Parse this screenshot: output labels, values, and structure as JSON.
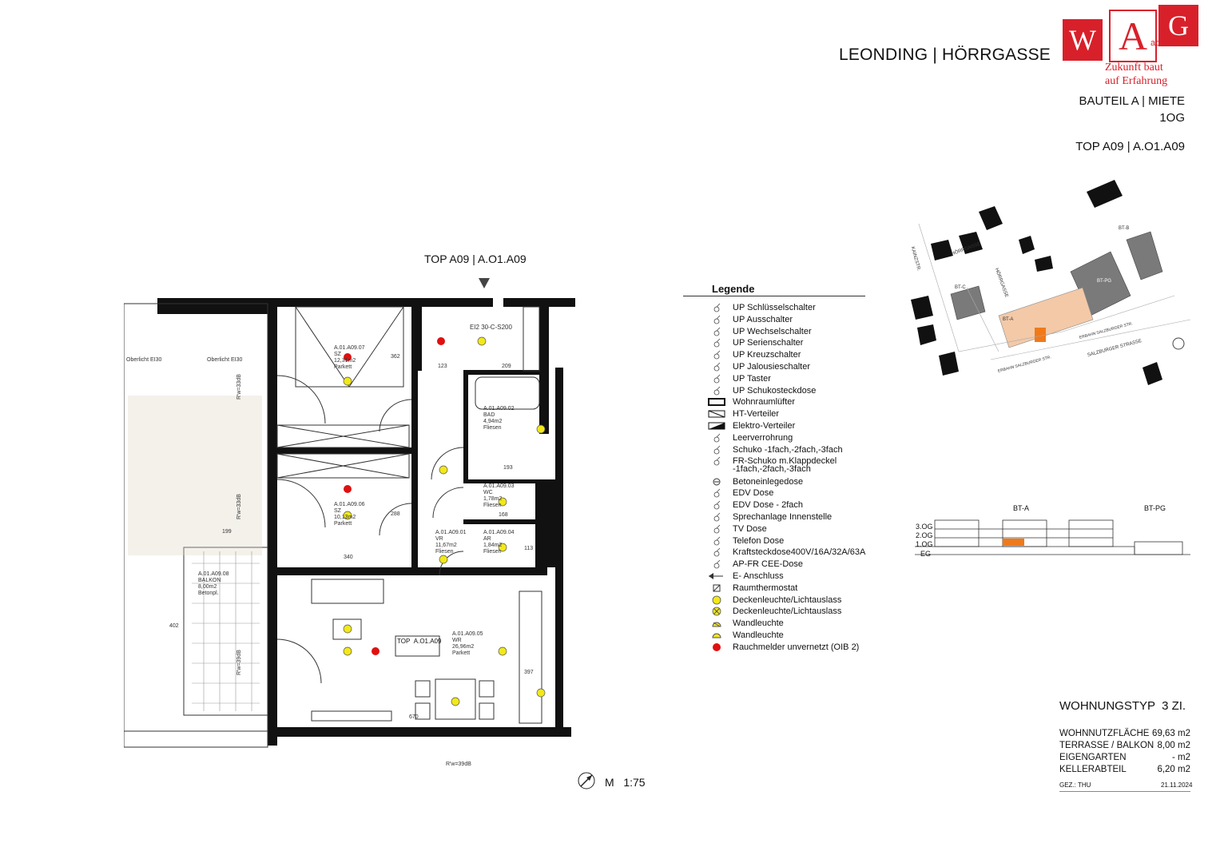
{
  "header": {
    "project_title": "LEONDING | HÖRRGASSE",
    "logo_letters": [
      "W",
      "A",
      "G"
    ],
    "logo_claim": [
      "Zukunft baut",
      "auf Erfahrung"
    ],
    "logo_tagline": "ad    ause.",
    "building_info": "BAUTEIL A | MIETE",
    "floor": "1OG",
    "unit_id": "TOP A09 | A.O1.A09"
  },
  "plan": {
    "unit_label": "TOP A09 | A.O1.A09",
    "door_label": "EI2 30-C-S200",
    "scale": "M   1:75",
    "rooms": [
      {
        "code": "A.01.A09.07",
        "name": "SZ",
        "area": "12,31m2",
        "floor": "Parkett"
      },
      {
        "code": "A.01.A09.06",
        "name": "SZ",
        "area": "10,13m2",
        "floor": "Parkett"
      },
      {
        "code": "A.01.A09.02",
        "name": "BAD",
        "area": "4,94m2",
        "floor": "Fliesen"
      },
      {
        "code": "A.01.A09.03",
        "name": "WC",
        "area": "1,78m2",
        "floor": "Fliesen"
      },
      {
        "code": "A.01.A09.04",
        "name": "AR",
        "area": "1,84m2",
        "floor": "Fliesen"
      },
      {
        "code": "A.01.A09.01",
        "name": "VR",
        "area": "11,67m2",
        "floor": "Fliesen"
      },
      {
        "code": "A.01.A09.05",
        "name": "WR",
        "area": "26,96m2",
        "floor": "Parkett"
      },
      {
        "code": "A.01.A09.08",
        "name": "BALKON",
        "area": "8,00m2",
        "floor": "Betonpl."
      }
    ],
    "top_box": {
      "label": "TOP",
      "value": "A.O1.A09"
    },
    "rw_labels": [
      "R'w=33dB",
      "R'w=33dB",
      "R'w=39dB",
      "R'w=39dB"
    ],
    "overlight": [
      "Oberlicht EI30",
      "Oberlicht EI30"
    ],
    "dims": [
      "199",
      "402",
      "340",
      "123",
      "209",
      "193",
      "168",
      "113",
      "397",
      "670",
      "362",
      "288"
    ]
  },
  "legend": {
    "title": "Legende",
    "items": [
      {
        "label": "UP Schlüsselschalter",
        "icon": "switch-key-icon"
      },
      {
        "label": "UP Ausschalter",
        "icon": "switch-off-icon"
      },
      {
        "label": "UP Wechselschalter",
        "icon": "switch-toggle-icon"
      },
      {
        "label": "UP Serienschalter",
        "icon": "switch-series-icon"
      },
      {
        "label": "UP Kreuzschalter",
        "icon": "switch-cross-icon"
      },
      {
        "label": "UP Jalousieschalter",
        "icon": "switch-blind-icon"
      },
      {
        "label": "UP Taster",
        "icon": "push-button-icon"
      },
      {
        "label": "UP Schukosteckdose",
        "icon": "socket-icon"
      },
      {
        "label": "Wohnraumlüfter",
        "icon": "ventilator-icon"
      },
      {
        "label": "HT-Verteiler",
        "icon": "ht-distributor-icon"
      },
      {
        "label": "Elektro-Verteiler",
        "icon": "electric-distributor-icon"
      },
      {
        "label": "Leerverrohrung",
        "icon": "conduit-icon"
      },
      {
        "label": "Schuko -1fach,-2fach,-3fach",
        "icon": "schuko-multi-icon"
      },
      {
        "label": "FR-Schuko m.Klappdeckel",
        "icon": "fr-schuko-icon"
      },
      {
        "label": "-1fach,-2fach,-3fach",
        "icon": ""
      },
      {
        "label": "Betoneinlegedose",
        "icon": "concrete-box-icon"
      },
      {
        "label": "EDV Dose",
        "icon": "data-socket-icon"
      },
      {
        "label": "EDV Dose - 2fach",
        "icon": "data-socket-double-icon"
      },
      {
        "label": "Sprechanlage Innenstelle",
        "icon": "intercom-icon"
      },
      {
        "label": "TV Dose",
        "icon": "tv-socket-icon"
      },
      {
        "label": "Telefon Dose",
        "icon": "phone-socket-icon"
      },
      {
        "label": "Kraftsteckdose400V/16A/32A/63A",
        "icon": "power-socket-icon"
      },
      {
        "label": "AP-FR CEE-Dose",
        "icon": "cee-socket-icon"
      },
      {
        "label": "E- Anschluss",
        "icon": "e-connection-icon"
      },
      {
        "label": "Raumthermostat",
        "icon": "thermostat-icon"
      },
      {
        "label": "Deckenleuchte/Lichtauslass",
        "icon": "ceiling-light-icon"
      },
      {
        "label": "Deckenleuchte/Lichtauslass",
        "icon": "ceiling-light-cross-icon"
      },
      {
        "label": "Wandleuchte",
        "icon": "wall-light-cross-icon"
      },
      {
        "label": "Wandleuchte",
        "icon": "wall-light-icon"
      },
      {
        "label": "Rauchmelder unvernetzt (OIB 2)",
        "icon": "smoke-detector-icon"
      }
    ]
  },
  "site_plan": {
    "labels": [
      "HÖRRGASSE",
      "KAINZSTR.",
      "BT-A",
      "BT-C",
      "BT-B",
      "BT-PG",
      "HÖRRGASSE",
      "SALZBURGER STRASSE",
      "ERBAHN SALZBURGER STR.",
      "ERBAHN SALZBURGER STR."
    ]
  },
  "section": {
    "labels": [
      "BT-A",
      "BT-PG"
    ],
    "floors": [
      "3.OG",
      "2.OG",
      "1.OG",
      "EG"
    ],
    "highlight_color": "#f07a1a"
  },
  "unit_summary": {
    "type": "WOHNUNGSTYP  3 ZI.",
    "rows": [
      {
        "label": "WOHNNUTZFLÄCHE",
        "value": "69,63 m2"
      },
      {
        "label": "TERRASSE / BALKON",
        "value": "8,00 m2"
      },
      {
        "label": "EIGENGARTEN",
        "value": "- m2"
      },
      {
        "label": "KELLERABTEIL",
        "value": "6,20 m2"
      }
    ],
    "author": "GEZ.: THU",
    "date": "21.11.2024"
  },
  "colors": {
    "brand_red": "#d8202a",
    "site_orange": "#f3c9a8",
    "highlight": "#f07a1a",
    "smoke_red": "#e01010",
    "light_yellow": "#f2e81a"
  }
}
